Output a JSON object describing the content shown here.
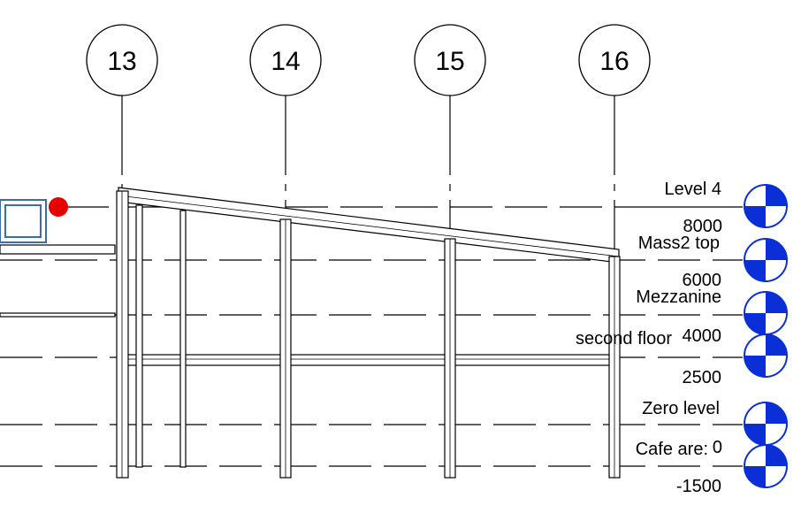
{
  "view": {
    "colors": {
      "line": "#000000",
      "structure_fill": "#ffffff",
      "level_marker": "#0a2fd6",
      "point": "#e60000",
      "selection": "#3a6ea5"
    },
    "grids": [
      {
        "label": "13"
      },
      {
        "label": "14"
      },
      {
        "label": "15"
      },
      {
        "label": "16"
      }
    ],
    "levels": [
      {
        "name": "Level 4",
        "elevation": "8000"
      },
      {
        "name": "Mass2 top",
        "elevation": "6000"
      },
      {
        "name": "Mezzanine",
        "elevation": "4000"
      },
      {
        "name": "second floor",
        "elevation": "2500"
      },
      {
        "name": "Zero level",
        "elevation": "0"
      },
      {
        "name": "Cafe are:",
        "elevation": "-1500"
      }
    ],
    "icons": {
      "level_head": "level-head-marker-icon",
      "grid_bubble": "grid-bubble-icon",
      "selection_box": "selection-box-icon",
      "point": "red-point-icon"
    }
  }
}
